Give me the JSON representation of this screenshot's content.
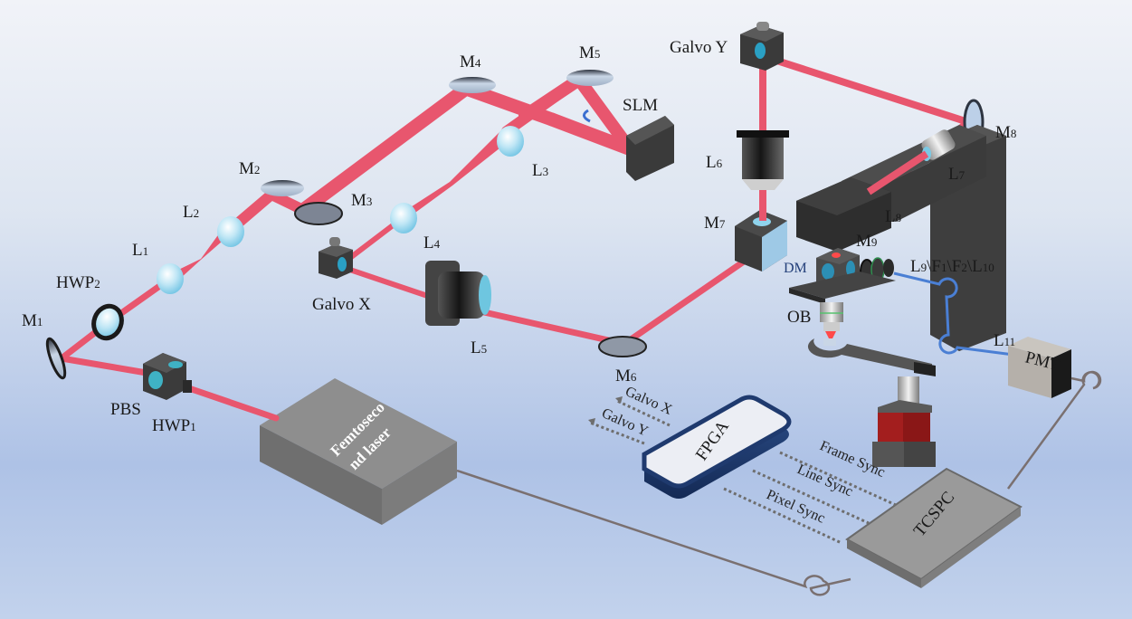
{
  "title": "Femtosecond laser scanning microscopy optical setup schematic",
  "colors": {
    "beam": "#e8566e",
    "fiber": "#4a7fd4",
    "component_dark": "#4a4a4a",
    "fpga_border": "#1f3a6e",
    "stage_red": "#a31e1e",
    "background_top": "#eef1f7",
    "background_bottom": "#bccdea"
  },
  "labels": {
    "m1": {
      "main": "M",
      "sub": "1"
    },
    "m2": {
      "main": "M",
      "sub": "2"
    },
    "m3": {
      "main": "M",
      "sub": "3"
    },
    "m4": {
      "main": "M",
      "sub": "4"
    },
    "m5": {
      "main": "M",
      "sub": "5"
    },
    "m6": {
      "main": "M",
      "sub": "6"
    },
    "m7": {
      "main": "M",
      "sub": "7"
    },
    "m8": {
      "main": "M",
      "sub": "8"
    },
    "m9": {
      "main": "M",
      "sub": "9"
    },
    "l1": {
      "main": "L",
      "sub": "1"
    },
    "l2": {
      "main": "L",
      "sub": "2"
    },
    "l3": {
      "main": "L",
      "sub": "3"
    },
    "l4": {
      "main": "L",
      "sub": "4"
    },
    "l5": {
      "main": "L",
      "sub": "5"
    },
    "l6": {
      "main": "L",
      "sub": "6"
    },
    "l7": {
      "main": "L",
      "sub": "7"
    },
    "l8": {
      "main": "L",
      "sub": "8"
    },
    "l11": {
      "main": "L",
      "sub": "11"
    },
    "hwp1": {
      "main": "HWP",
      "sub": "1"
    },
    "hwp2": {
      "main": "HWP",
      "sub": "2"
    },
    "pbs": "PBS",
    "slm": "SLM",
    "galvo_x": "Galvo X",
    "galvo_y": "Galvo Y",
    "dm": "DM",
    "ob": "OB",
    "filter_chain": [
      "L",
      "9",
      "\\F",
      "1",
      "\\F",
      "2",
      "\\L",
      "10"
    ],
    "pmt": "PMT",
    "laser_line1": "Femtoseco",
    "laser_line2": "nd laser",
    "fpga": "FPGA",
    "tcspc": "TCSPC"
  },
  "signals": {
    "galvo_x": "Galvo X",
    "galvo_y": "Galvo Y",
    "frame_sync": "Frame Sync",
    "line_sync": "Line Sync",
    "pixel_sync": "Pixel Sync"
  }
}
